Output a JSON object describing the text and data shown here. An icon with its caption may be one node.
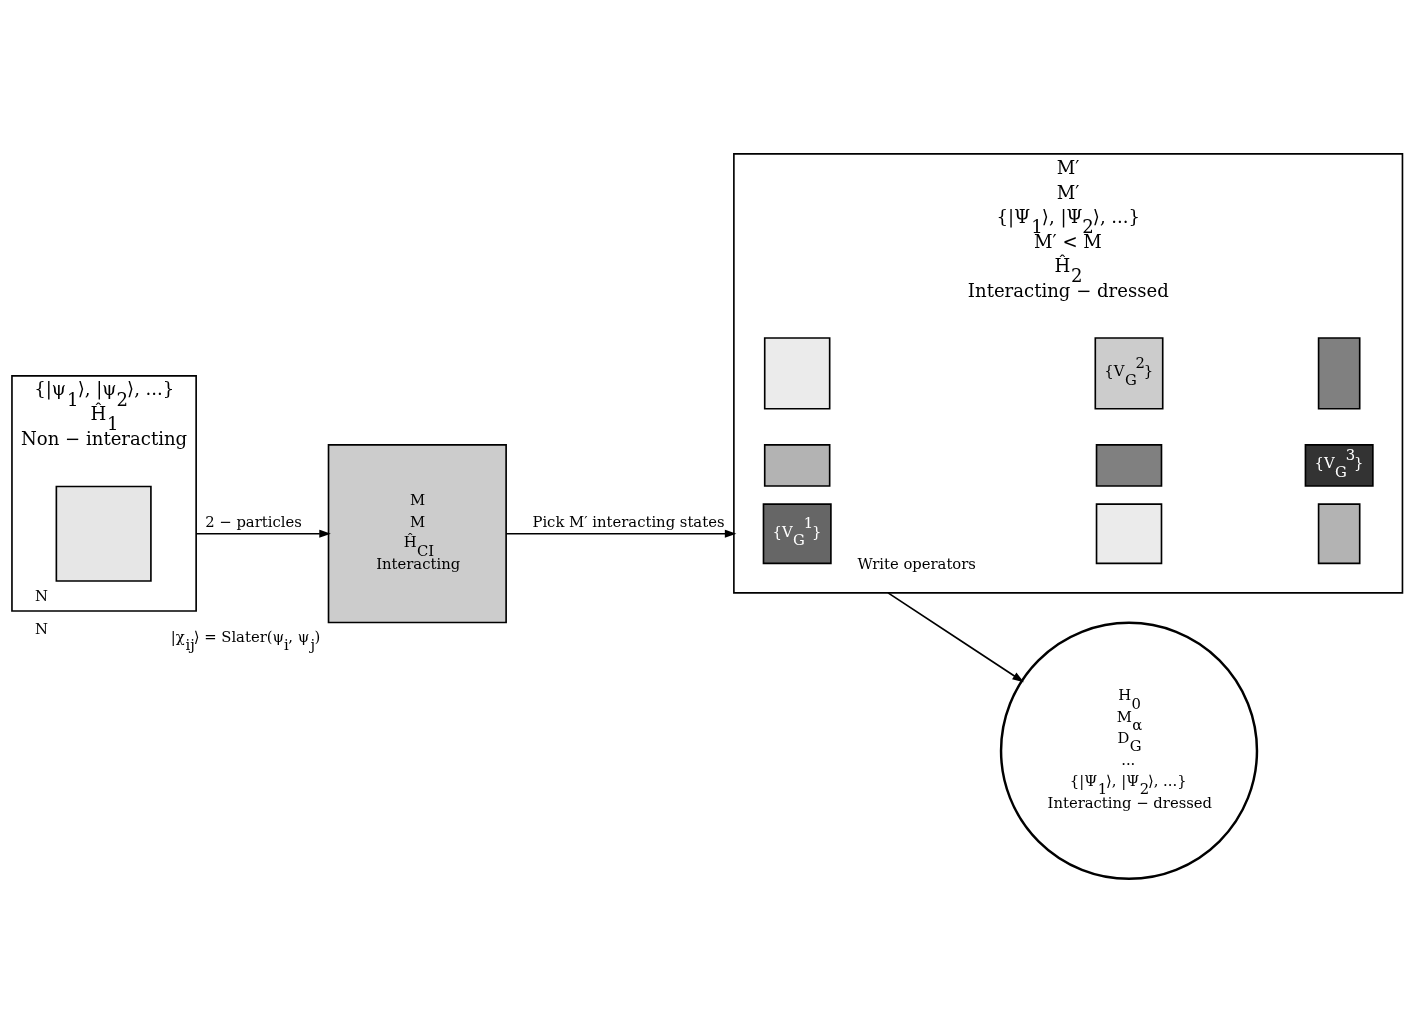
{
  "diagram": {
    "nodes": [
      {
        "text": [
          "{|ψ$_{1}$⟩, |ψ$_{2}$⟩, ...}",
          "Ĥ$_{1}$",
          "Non − interacting"
        ]
      },
      {
        "text": [],
        "shape": "box",
        "in": 0,
        "beside": [
          "N",
          "N"
        ]
      },
      {
        "text": [
          "M",
          "M",
          "Ĥ$_{CI}$",
          "Interacting"
        ],
        "beside": [
          "|χ$_{ij}$⟩ = Slater(ψ$_{i}$, ψ$_{j}$)"
        ]
      },
      {
        "text": [
          "{|Ψ$_{1}$⟩, |Ψ$_{2}$⟩, ...}",
          "M′ < M",
          "Ĥ$_{2}$",
          "Interacting − dressed"
        ],
        "beside": [
          "M′",
          "M′"
        ]
      },
      {
        "text": [
          "{V$_{G}$$^{1}$}"
        ],
        "in": 3
      },
      {
        "text": [],
        "shape": "box",
        "in": 3
      },
      {
        "text": [],
        "shape": "box",
        "in": 3
      },
      {
        "text": [],
        "shape": "box",
        "in": 3
      },
      {
        "text": [
          "{V$_{G}$$^{2}$}"
        ],
        "in": 3
      },
      {
        "text": [],
        "shape": "box",
        "in": 3
      },
      {
        "text": [],
        "shape": "box",
        "in": 3
      },
      {
        "text": [],
        "shape": "box",
        "in": 3
      },
      {
        "text": [
          "{V$_{G}$$^{3}$}"
        ],
        "in": 3
      },
      {
        "text": [
          "H$_{0}$",
          "M$_{α}$",
          "D$_{G}$",
          "...",
          "{|Ψ$_{1}$⟩, |Ψ$_{2}$⟩, ...}",
          "Interacting − dressed"
        ]
      }
    ],
    "edges": [
      {
        "from": 0,
        "to": 2,
        "arrow": "to",
        "label": "2 − particles"
      },
      {
        "from": 2,
        "to": 3,
        "arrow": "to",
        "label": "Pick M′ interacting states"
      },
      {
        "from": 3,
        "to": 13,
        "arrow": "to",
        "label": "Write operators"
      }
    ]
  }
}
